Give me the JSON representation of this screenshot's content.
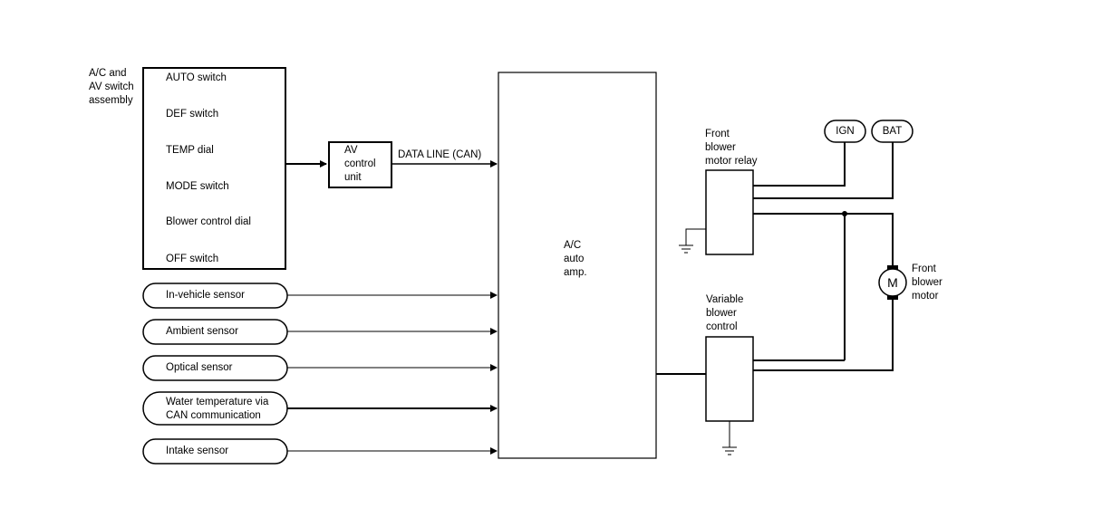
{
  "assembly": {
    "name": "A/C and\nAV switch\nassembly",
    "switches": [
      "AUTO switch",
      "DEF switch",
      "TEMP dial",
      "MODE switch",
      "Blower control dial",
      "OFF switch"
    ]
  },
  "av_control_unit": "AV\ncontrol\nunit",
  "data_line": "DATA LINE (CAN)",
  "sensors": [
    "In-vehicle sensor",
    "Ambient sensor",
    "Optical sensor",
    "Water temperature via\nCAN communication",
    "Intake sensor"
  ],
  "auto_amp": "A/C\nauto\namp.",
  "relay": "Front\nblower\nmotor relay",
  "variable_control": "Variable\nblower\ncontrol",
  "motor": {
    "symbol": "M",
    "label": "Front\nblower\nmotor"
  },
  "power": {
    "ign": "IGN",
    "bat": "BAT"
  },
  "icons": [
    "ground-icon",
    "motor-icon",
    "arrow-icon"
  ]
}
